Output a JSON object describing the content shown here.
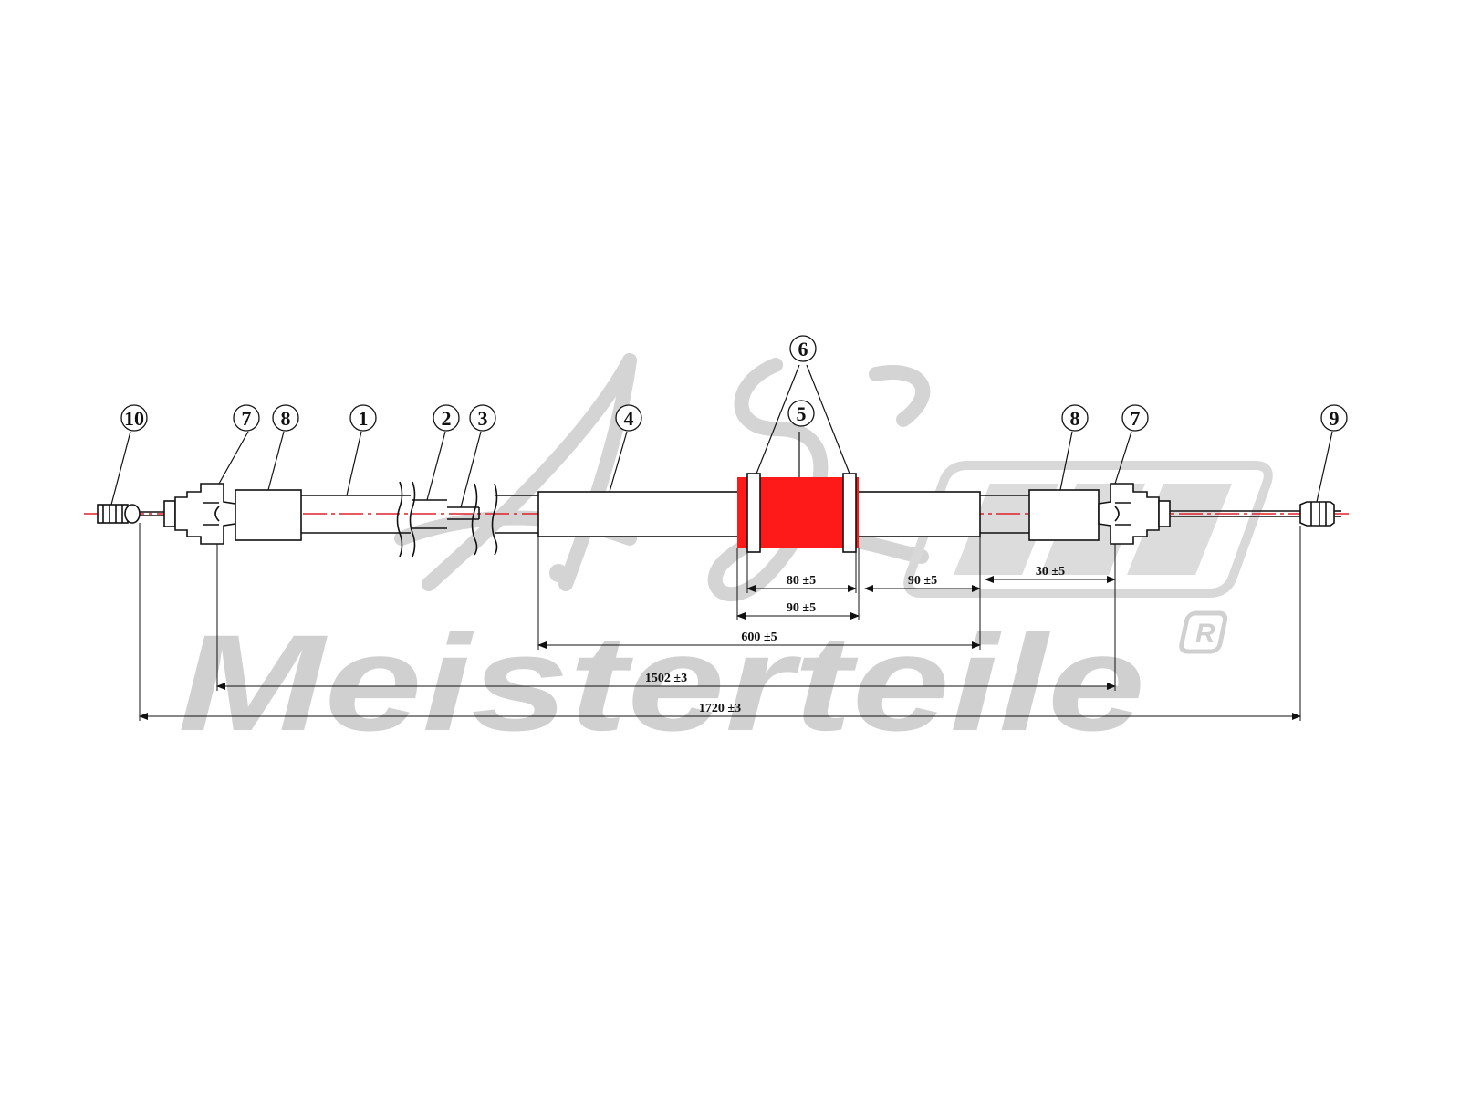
{
  "watermark": {
    "brand": "Meisterteile",
    "registered": "R",
    "monogram": "A.Z."
  },
  "colors": {
    "highlight": "#ff1a1a",
    "centerline": "#e0202a",
    "watermark": "#d0d0d0",
    "ink": "#111111"
  },
  "callouts": {
    "c10": "10",
    "c7_left": "7",
    "c8_left": "8",
    "c1": "1",
    "c2": "2",
    "c3": "3",
    "c4": "4",
    "c6": "6",
    "c5": "5",
    "c8_right": "8",
    "c7_right": "7",
    "c9": "9"
  },
  "dimensions": {
    "d80": "80 ±5",
    "d90_mid": "90 ±5",
    "d90_right": "90 ±5",
    "d30": "30 ±5",
    "d600": "600 ±5",
    "d1502": "1502 ±3",
    "d1720": "1720 ±3"
  }
}
